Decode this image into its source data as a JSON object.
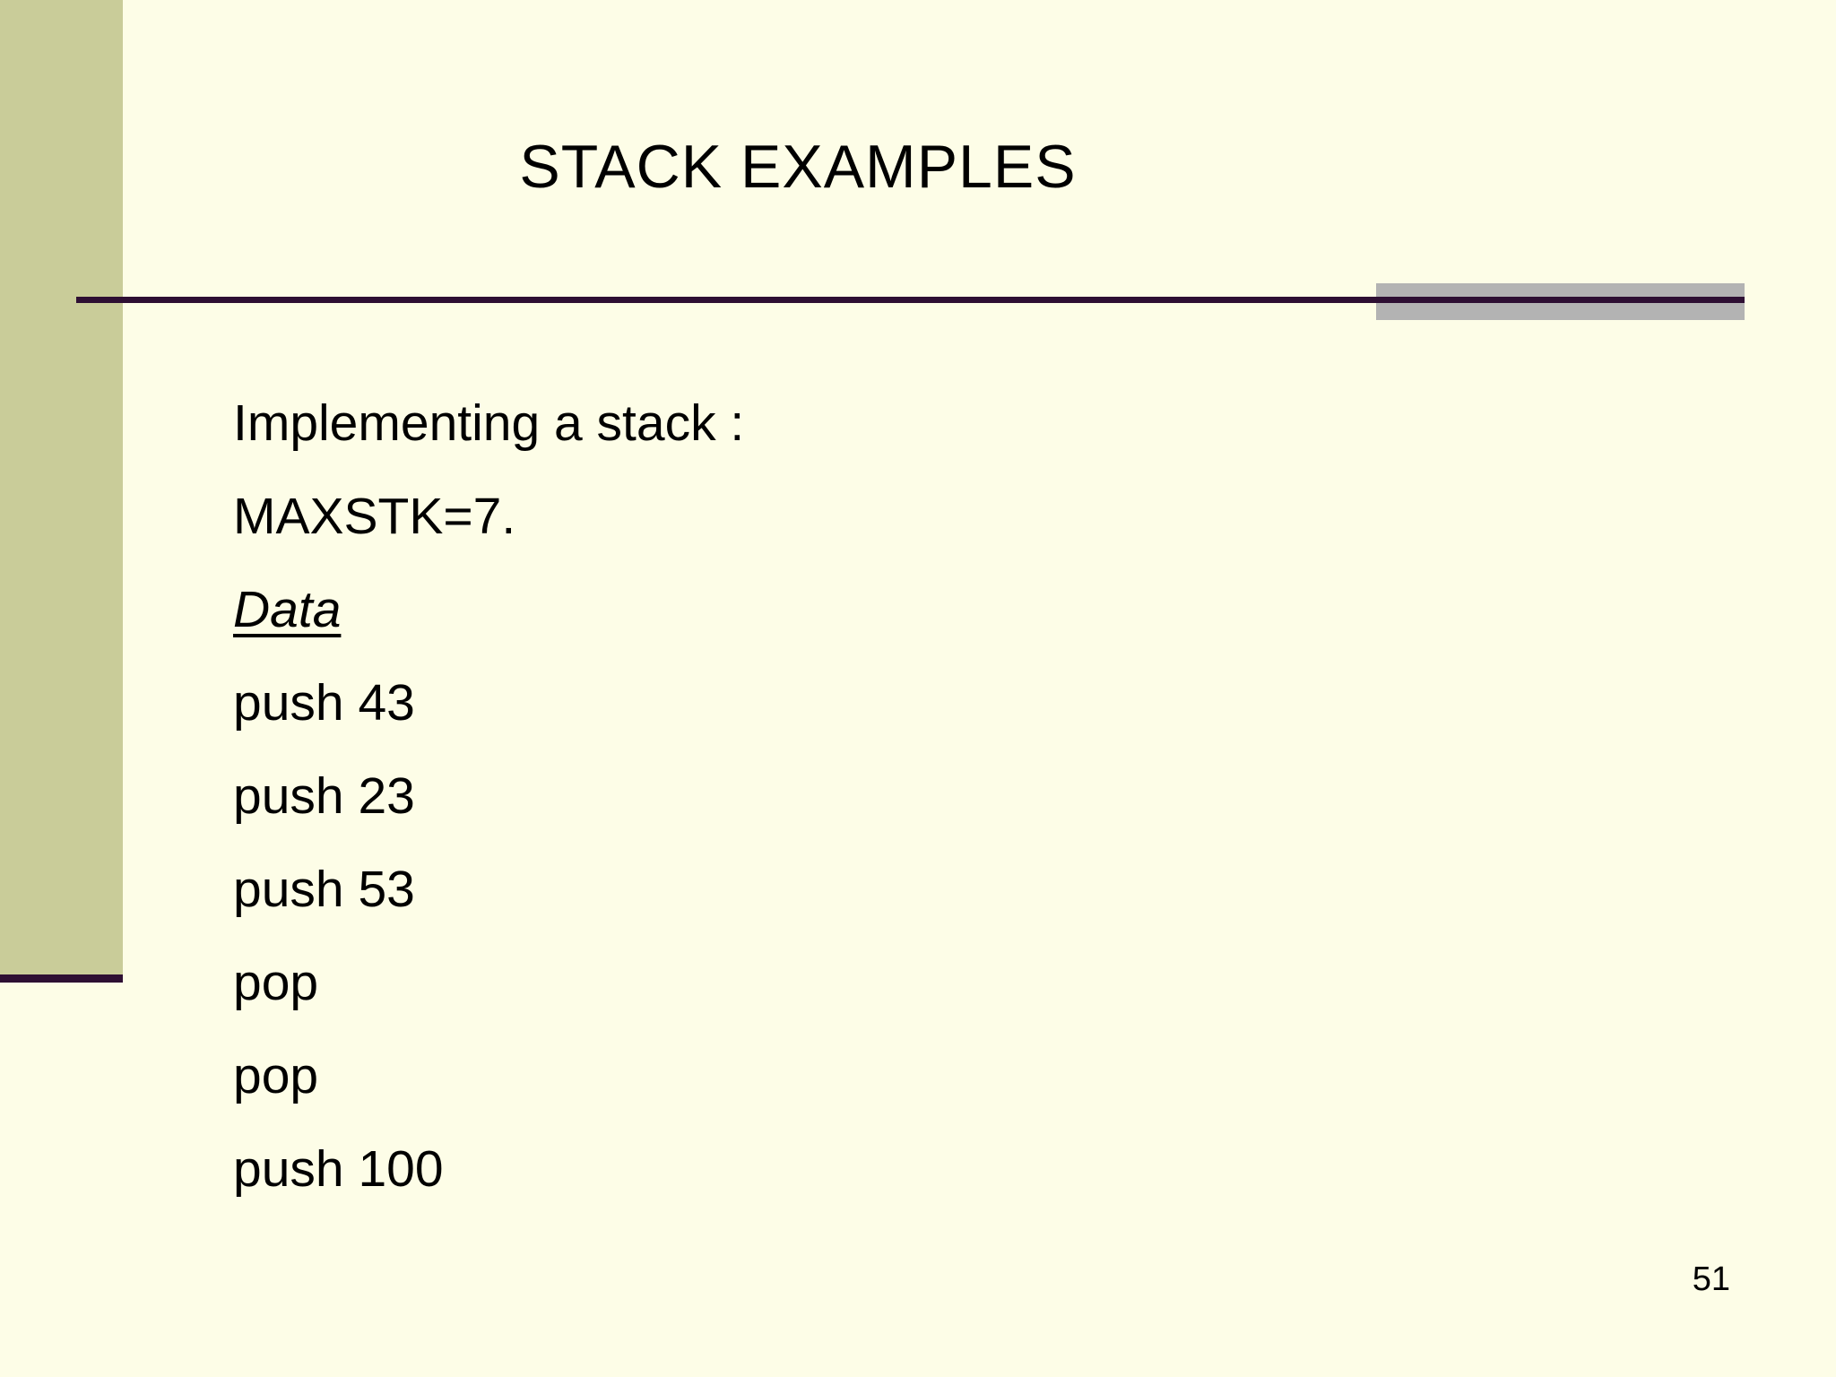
{
  "slide": {
    "title": "STACK EXAMPLES",
    "body_lines": [
      "Implementing a stack :",
      "MAXSTK=7.",
      "Data",
      "push 43",
      "push 23",
      "push 53",
      "pop",
      "pop",
      "push 100"
    ],
    "page_number": "51"
  },
  "colors": {
    "background": "#FDFDE7",
    "sidebar": "#C9CC99",
    "accent-line": "#2E0F33",
    "gray-accent": "#B3B3B3",
    "text": "#000000"
  }
}
